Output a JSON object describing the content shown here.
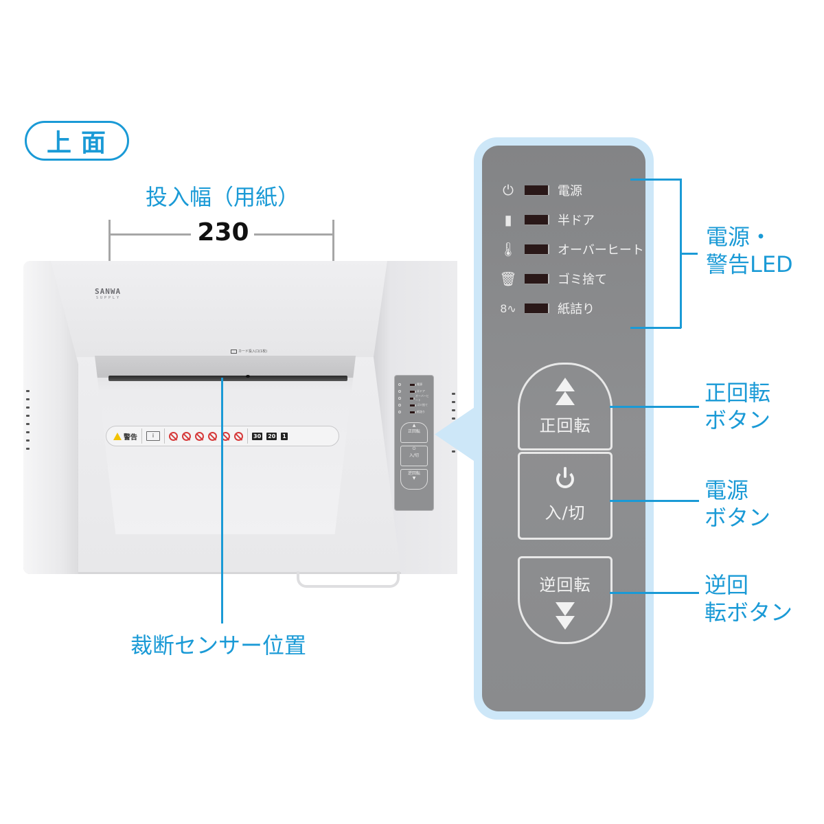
{
  "section_badge": "上面",
  "dimension": {
    "title": "投入幅（用紙）",
    "value": "230"
  },
  "device": {
    "brand": "SANWA",
    "brand_sub": "SUPPLY",
    "slot_label": "カード投入口(1枚)",
    "warning_strip": {
      "warning_label": "警告",
      "manual_icon": "i",
      "prohibition_icon_count": 6,
      "specs": [
        "30",
        "20",
        "1"
      ]
    },
    "mini_panel": {
      "leds": [
        "電源",
        "半ドア",
        "オーバーヒート",
        "ゴミ捨て",
        "紙詰り"
      ],
      "buttons": [
        "正回転",
        "入/切",
        "逆回転"
      ]
    }
  },
  "sensor_label": "裁断センサー位置",
  "control_panel": {
    "leds": [
      {
        "icon": "power-icon",
        "glyph": "⏻",
        "label": "電源"
      },
      {
        "icon": "door-icon",
        "glyph": "▮",
        "label": "半ドア"
      },
      {
        "icon": "thermometer-icon",
        "glyph": "🌡",
        "label": "オーバーヒート"
      },
      {
        "icon": "trash-bin-icon",
        "glyph": "🗑",
        "label": "ゴミ捨て"
      },
      {
        "icon": "paper-jam-icon",
        "glyph": "8∿",
        "label": "紙詰り"
      }
    ],
    "buttons": {
      "forward": "正回転",
      "power": "入/切",
      "reverse": "逆回転"
    }
  },
  "callouts": {
    "led_group": [
      "電源・",
      "警告LED"
    ],
    "forward_button": [
      "正回転",
      "ボタン"
    ],
    "power_button": [
      "電源",
      "ボタン"
    ],
    "reverse_button": [
      "逆回",
      "転ボタン"
    ]
  },
  "colors": {
    "accent_blue": "#1a9ad6",
    "callout_bg": "#cde7f8",
    "panel_gray": "#8a8b8d",
    "led_dark": "#2a1818"
  }
}
